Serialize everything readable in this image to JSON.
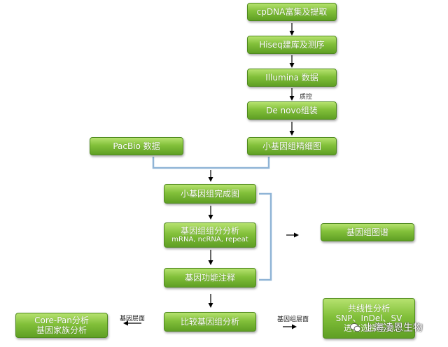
{
  "boxes": {
    "cpdna": "cpDNA富集及提取",
    "hiseq": "Hiseq建库及测序",
    "illumina": "Illumina 数据",
    "denovo": "De novo组装",
    "fine_map": "小基因组精细图",
    "pacbio": "PacBio 数据",
    "complete_map": "小基因组完成图",
    "component_title": "基因组组分分析",
    "component_sub": "mRNA, ncRNA, repeat",
    "function": "基因功能注释",
    "genome_map": "基因组图谱",
    "compare": "比较基因组分析",
    "core_pan_line1": "Core-Pan分析",
    "core_pan_line2": "基因家族分析",
    "collinear_line1": "共线性分析",
    "collinear_line2": "SNP、InDel、SV",
    "collinear_line3": "进化选择压力"
  },
  "labels": {
    "qc": "质控",
    "gene_level": "基因层面",
    "genome_level": "基因组层面"
  },
  "watermark": "上海凌恩生物",
  "colors": {
    "box_fill": "#82c03a",
    "box_border": "#4f8a1e",
    "connector": "#8fb4d6",
    "arrow": "#000000"
  }
}
